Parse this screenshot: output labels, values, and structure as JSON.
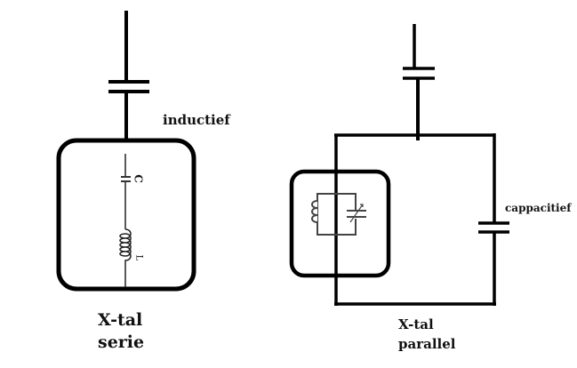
{
  "diagram": {
    "title": "Kristal (X-tal) resonantie: serie en parallel",
    "series_circuit": {
      "annotation": "inductief",
      "inner_labels": {
        "capacitor": "C",
        "inductor": "L"
      },
      "caption_line1": "X-tal",
      "caption_line2": "serie"
    },
    "parallel_circuit": {
      "annotation": "cappacitief",
      "caption_line1": "X-tal",
      "caption_line2": "parallel"
    }
  }
}
